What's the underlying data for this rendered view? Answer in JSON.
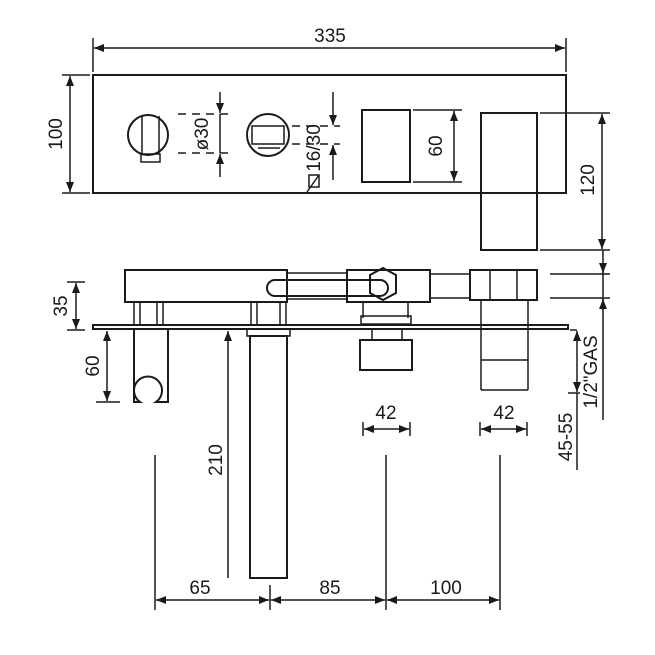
{
  "drawing": {
    "stroke_color": "#1a1a1a",
    "dimensions": {
      "overall_width": "335",
      "plate_height": "100",
      "knob_diameter": "ø30",
      "knob_size": "16/30",
      "opening_height": "60",
      "spout_height": "120",
      "body_depth": "35",
      "holder_depth": "60",
      "spout_length": "210",
      "cartridge_width_1": "42",
      "cartridge_width_2": "42",
      "gas_connection": "1/2\"GAS",
      "wall_depth": "45-55",
      "spacing_1": "65",
      "spacing_2": "85",
      "spacing_3": "100"
    }
  }
}
